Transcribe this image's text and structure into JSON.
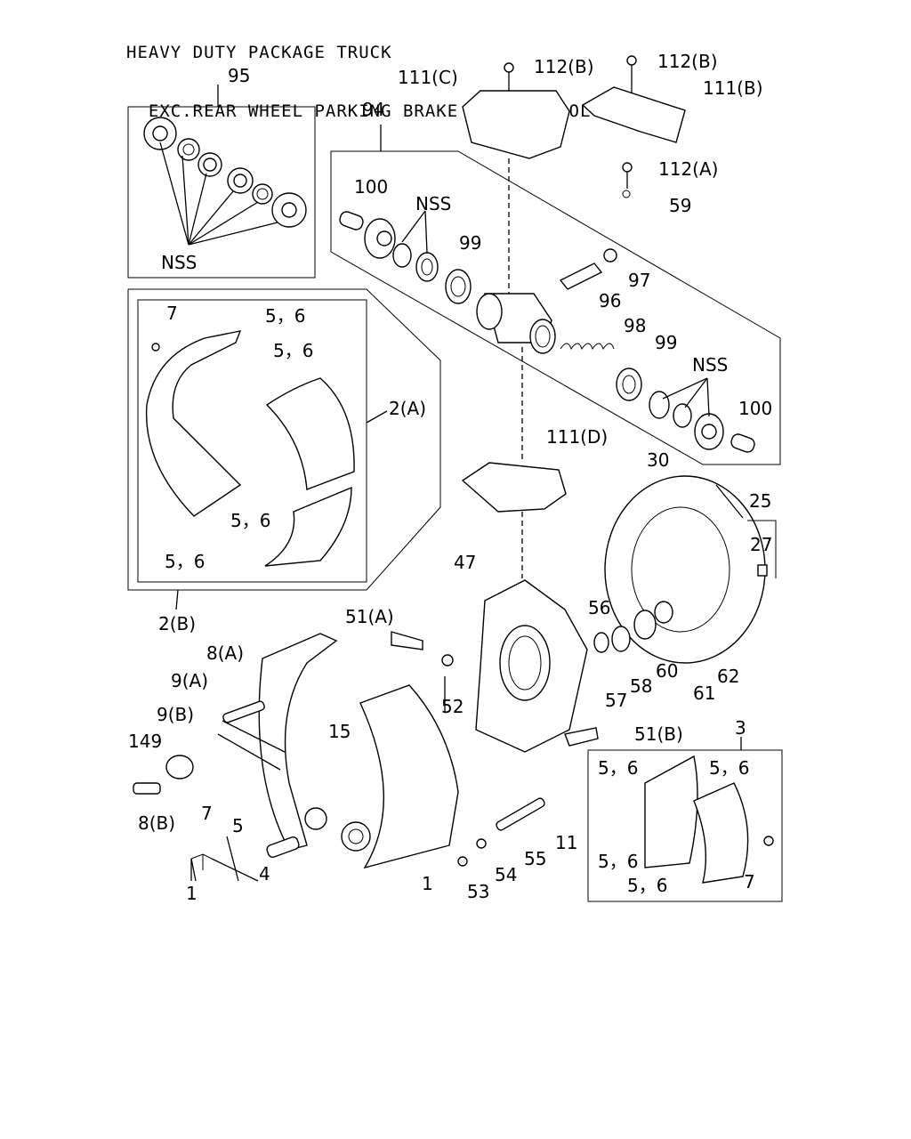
{
  "title": {
    "line1": "HEAVY DUTY PACKAGE TRUCK",
    "line2": "  EXC.REAR WHEEL PARKING BRAKE AIR CONTROL"
  },
  "labels": {
    "l95": "95",
    "lnss_kit": "NSS",
    "l111c": "111(C)",
    "l112b_1": "112(B)",
    "l112b_2": "112(B)",
    "l111b": "111(B)",
    "l94": "94",
    "l112a": "112(A)",
    "l59": "59",
    "l100_top": "100",
    "lnss_top": "NSS",
    "l99_top": "99",
    "l97": "97",
    "l96": "96",
    "l98": "98",
    "l99_bot": "99",
    "lnss_bot": "NSS",
    "l100_bot": "100",
    "l7_a": "7",
    "l56_a": "5，6",
    "l56_b": "5，6",
    "l2a": "2(A)",
    "l56_c": "5，6",
    "l56_d": "5，6",
    "l2b": "2(B)",
    "l111d": "111(D)",
    "l30": "30",
    "l25": "25",
    "l27": "27",
    "l47": "47",
    "l51a": "51(A)",
    "l56": "56",
    "l8a": "8(A)",
    "l9a": "9(A)",
    "l9b": "9(B)",
    "l149": "149",
    "l8b": "8(B)",
    "l15": "15",
    "l52": "52",
    "l57": "57",
    "l58": "58",
    "l60": "60",
    "l61": "61",
    "l62": "62",
    "l51b": "51(B)",
    "l3": "3",
    "l7_b": "7",
    "l5": "5",
    "l1_left": "1",
    "l4": "4",
    "l1_right": "1",
    "l11": "11",
    "l55": "55",
    "l54": "54",
    "l53": "53",
    "l56_e": "5，6",
    "l56_f": "5，6",
    "l56_g": "5，6",
    "l56_h": "5，6",
    "l7_c": "7"
  }
}
